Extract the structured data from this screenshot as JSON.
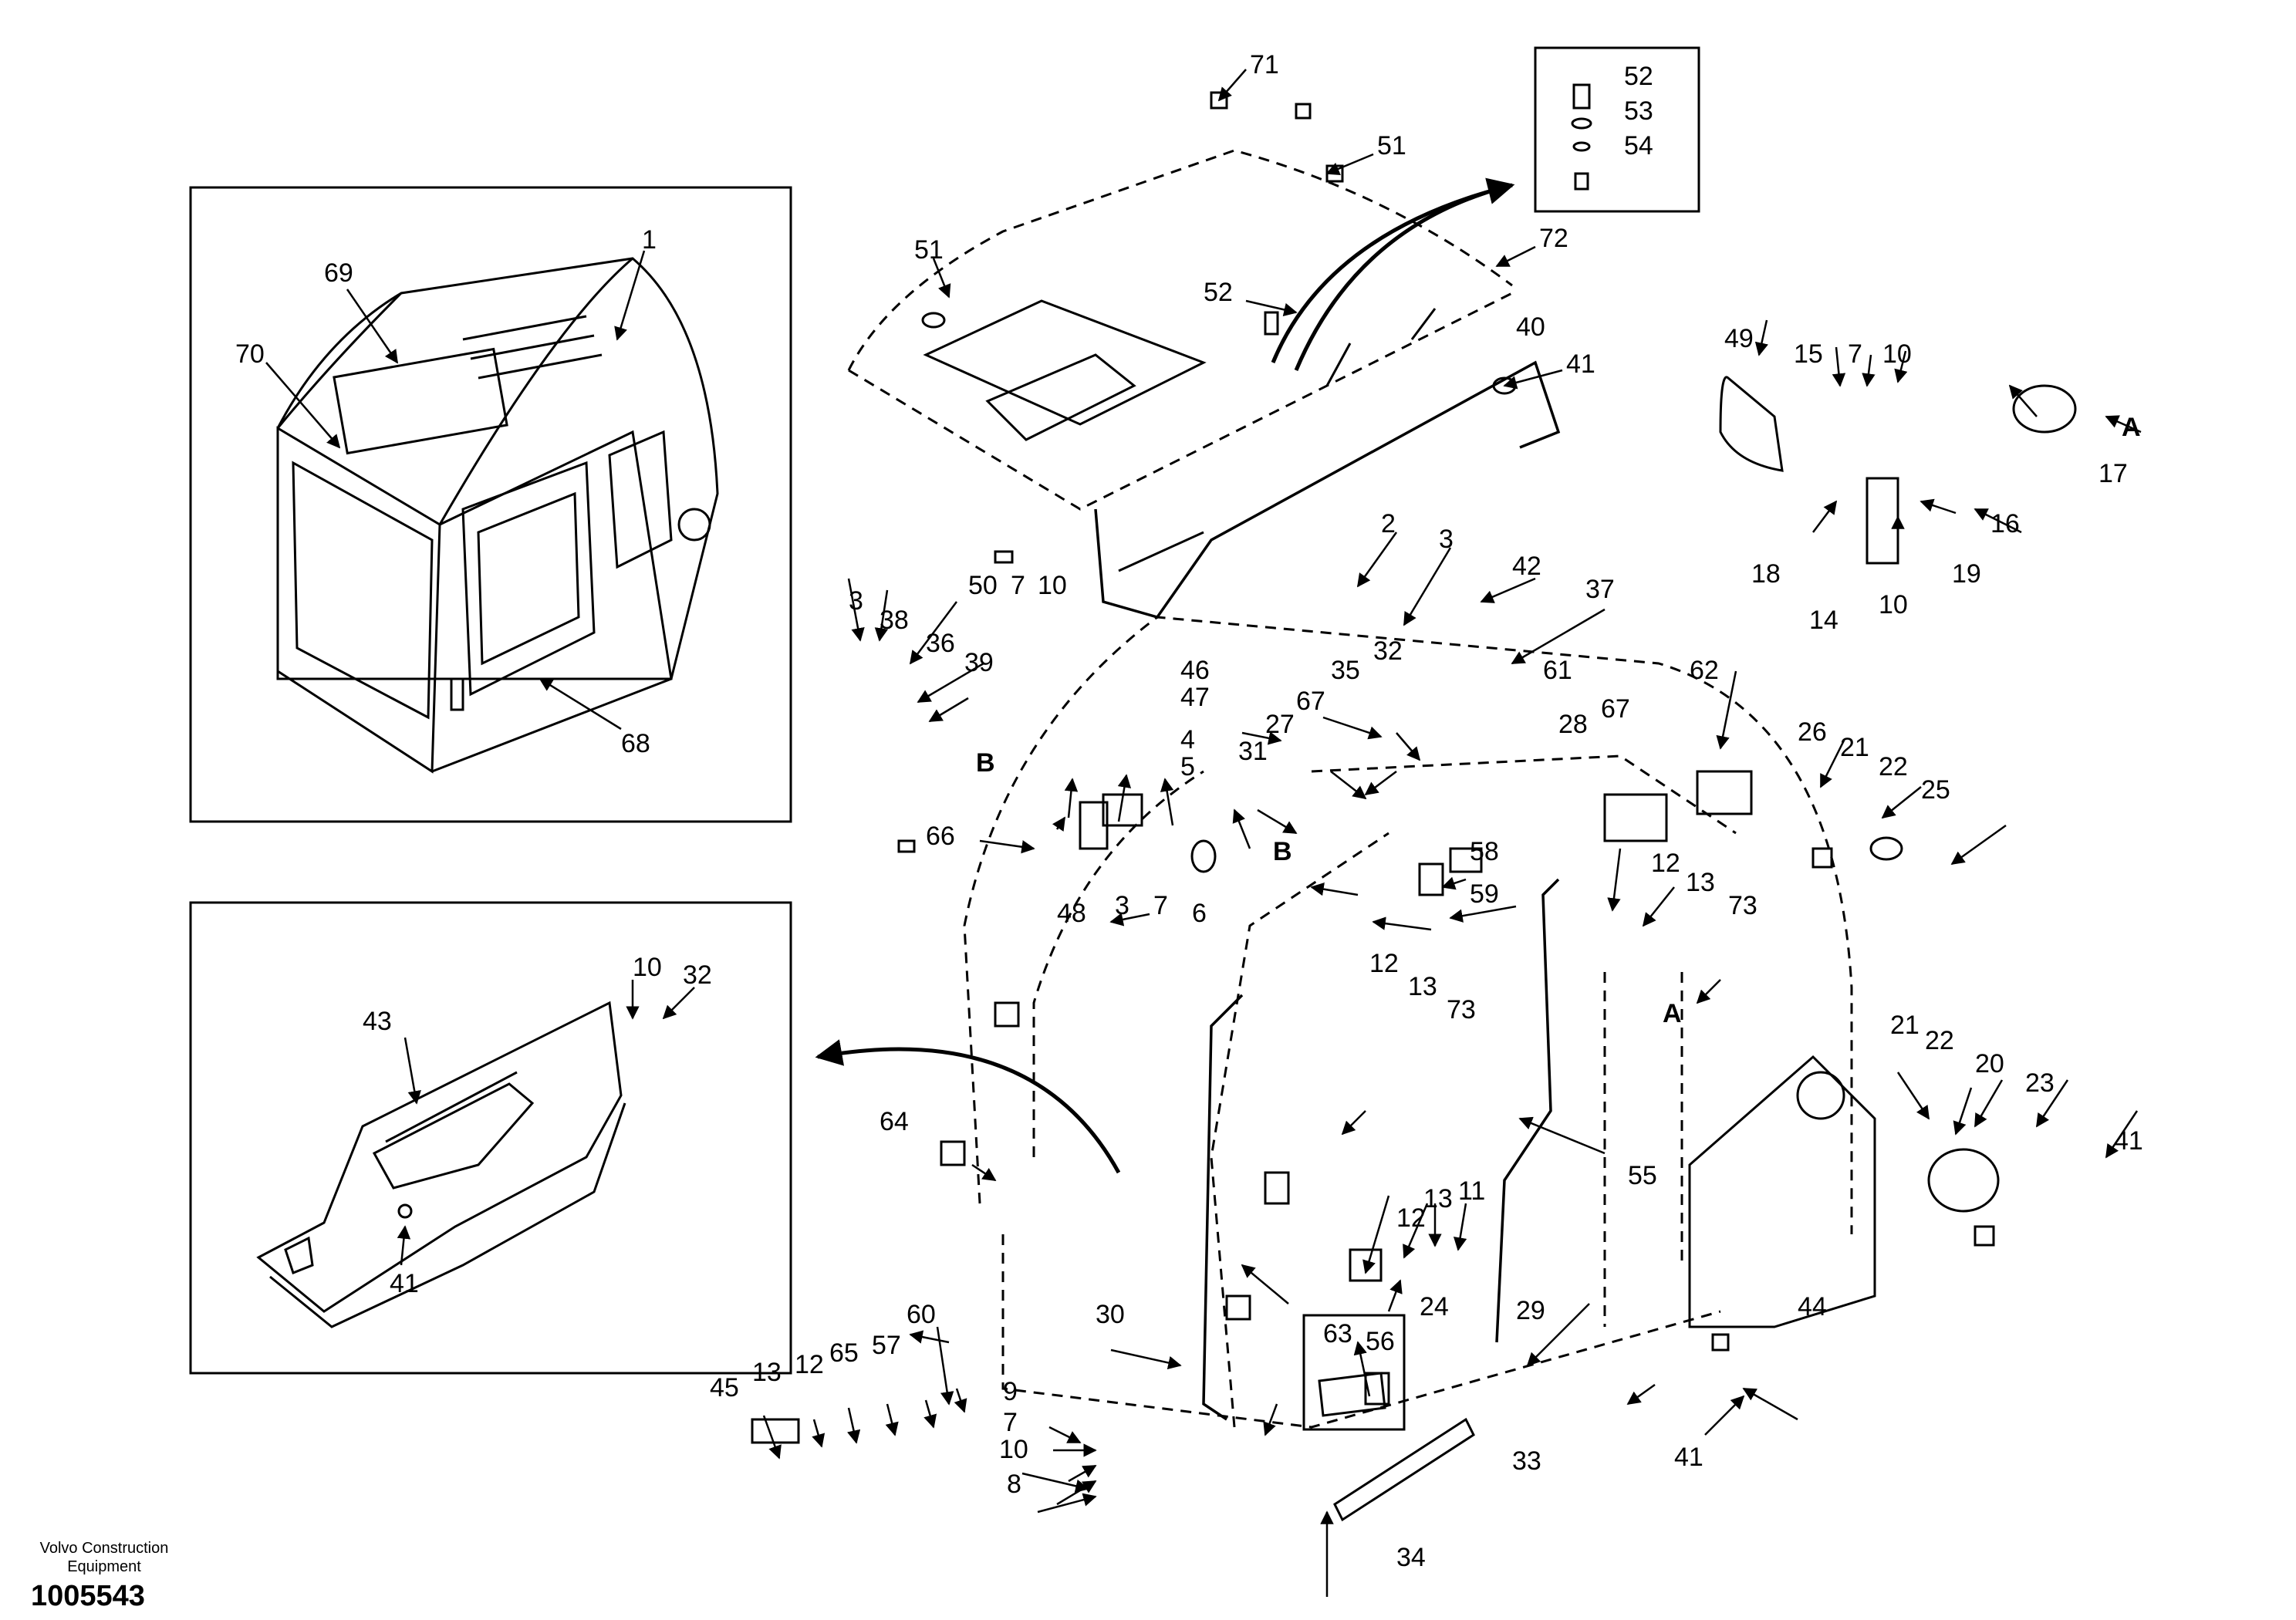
{
  "footer": {
    "company_line1": "Volvo Construction",
    "company_line2": "Equipment",
    "document_number": "1005543"
  },
  "detail_marks": {
    "a_upper": "A",
    "a_lower": "A",
    "b_upper": "B",
    "b_lower": "B"
  },
  "callouts": {
    "c1": "1",
    "c2": "2",
    "c3a": "3",
    "c3b": "3",
    "c3c": "3",
    "c4": "4",
    "c5": "5",
    "c6": "6",
    "c7a": "7",
    "c7b": "7",
    "c7c": "7",
    "c7d": "7",
    "c8": "8",
    "c9": "9",
    "c10a": "10",
    "c10b": "10",
    "c10c": "10",
    "c10d": "10",
    "c10e": "10",
    "c11": "11",
    "c12a": "12",
    "c12b": "12",
    "c12c": "12",
    "c12d": "12",
    "c13a": "13",
    "c13b": "13",
    "c13c": "13",
    "c13d": "13",
    "c14": "14",
    "c15": "15",
    "c16": "16",
    "c17": "17",
    "c18": "18",
    "c19": "19",
    "c20": "20",
    "c21a": "21",
    "c21b": "21",
    "c22a": "22",
    "c22b": "22",
    "c23": "23",
    "c24": "24",
    "c25": "25",
    "c26": "26",
    "c27": "27",
    "c28": "28",
    "c29": "29",
    "c30": "30",
    "c31": "31",
    "c32a": "32",
    "c32b": "32",
    "c33": "33",
    "c34": "34",
    "c35": "35",
    "c36": "36",
    "c37": "37",
    "c38": "38",
    "c39": "39",
    "c40": "40",
    "c41a": "41",
    "c41b": "41",
    "c41c": "41",
    "c41d": "41",
    "c42": "42",
    "c43": "43",
    "c44": "44",
    "c45": "45",
    "c46": "46",
    "c47": "47",
    "c48": "48",
    "c49": "49",
    "c50": "50",
    "c51a": "51",
    "c51b": "51",
    "c52a": "52",
    "c52b": "52",
    "c53": "53",
    "c54": "54",
    "c55": "55",
    "c56": "56",
    "c57": "57",
    "c58": "58",
    "c59": "59",
    "c60": "60",
    "c61": "61",
    "c62": "62",
    "c63": "63",
    "c64": "64",
    "c65": "65",
    "c66": "66",
    "c67a": "67",
    "c67b": "67",
    "c68": "68",
    "c69": "69",
    "c70": "70",
    "c71": "71",
    "c72": "72",
    "c73a": "73",
    "c73b": "73"
  }
}
